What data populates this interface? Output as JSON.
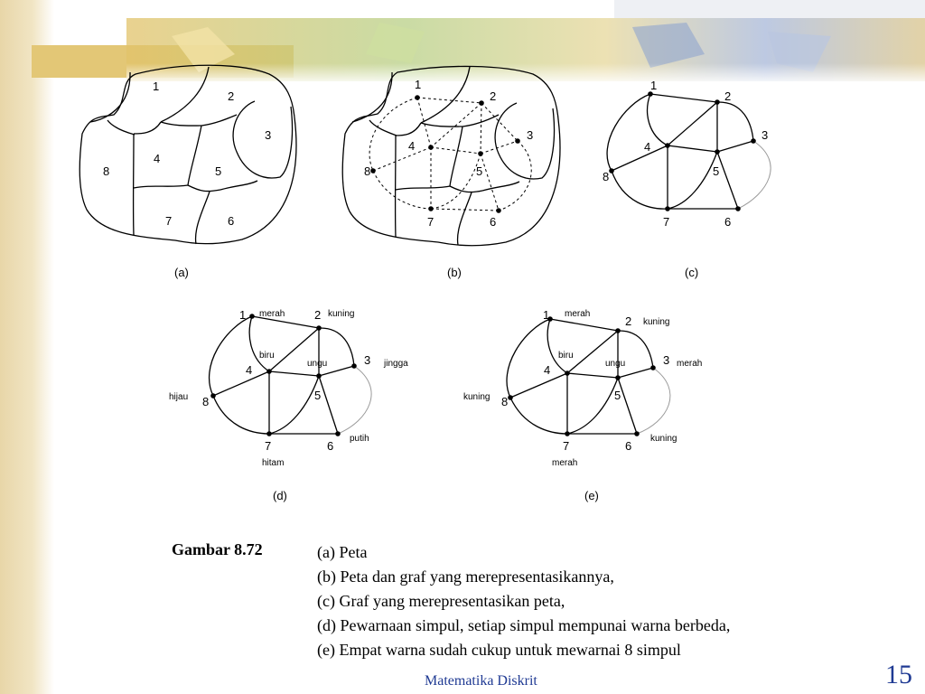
{
  "colors": {
    "banner": "#e9c870",
    "accent_blue": "#1f3a93",
    "stroke": "#000000",
    "light_edge": "#9a9a9a"
  },
  "labels": {
    "a": {
      "r1": "1",
      "r2": "2",
      "r3": "3",
      "r4": "4",
      "r5": "5",
      "r6": "6",
      "r7": "7",
      "r8": "8",
      "caption": "(a)"
    },
    "b": {
      "r1": "1",
      "r2": "2",
      "r3": "3",
      "r4": "4",
      "r5": "5",
      "r6": "6",
      "r7": "7",
      "r8": "8",
      "caption": "(b)"
    },
    "c": {
      "v1": "1",
      "v2": "2",
      "v3": "3",
      "v4": "4",
      "v5": "5",
      "v6": "6",
      "v7": "7",
      "v8": "8",
      "caption": "(c)"
    },
    "d": {
      "v1": "1",
      "v2": "2",
      "v3": "3",
      "v4": "4",
      "v5": "5",
      "v6": "6",
      "v7": "7",
      "v8": "8",
      "c1": "merah",
      "c2": "kuning",
      "c3": "jingga",
      "c4": "biru",
      "c5": "ungu",
      "c6": "putih",
      "c7": "hitam",
      "c8": "hijau",
      "caption": "(d)"
    },
    "e": {
      "v1": "1",
      "v2": "2",
      "v3": "3",
      "v4": "4",
      "v5": "5",
      "v6": "6",
      "v7": "7",
      "v8": "8",
      "c1": "merah",
      "c2": "kuning",
      "c3": "merah",
      "c4": "biru",
      "c5": "ungu",
      "c6": "kuning",
      "c7": "merah",
      "c8": "kuning",
      "caption": "(e)"
    }
  },
  "figure": {
    "label": "Gambar 8.72",
    "lines": [
      "(a)  Peta",
      "(b) Peta dan graf yang merepresentasikannya,",
      "(c)  Graf yang merepresentasikan peta,",
      "(d)  Pewarnaan simpul, setiap simpul mempunai warna berbeda,",
      "(e)  Empat warna sudah cukup untuk mewarnai 8 simpul"
    ]
  },
  "footer": {
    "title": "Matematika Diskrit",
    "page": "15"
  }
}
